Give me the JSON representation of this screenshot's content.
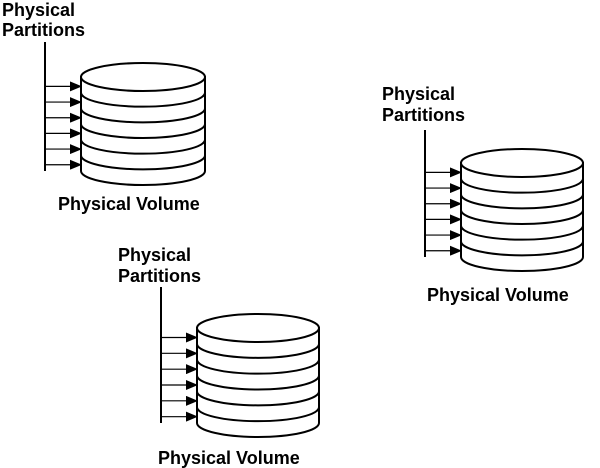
{
  "diagram": {
    "groups": [
      {
        "partitions_label_line1": "Physical",
        "partitions_label_line2": "Partitions",
        "volume_label": "Physical Volume",
        "partition_count": 6
      },
      {
        "partitions_label_line1": "Physical",
        "partitions_label_line2": "Partitions",
        "volume_label": "Physical Volume",
        "partition_count": 6
      },
      {
        "partitions_label_line1": "Physical",
        "partitions_label_line2": "Partitions",
        "volume_label": "Physical Volume",
        "partition_count": 6
      }
    ],
    "colors": {
      "stroke": "#000000",
      "fill": "#ffffff",
      "text": "#000000"
    }
  }
}
